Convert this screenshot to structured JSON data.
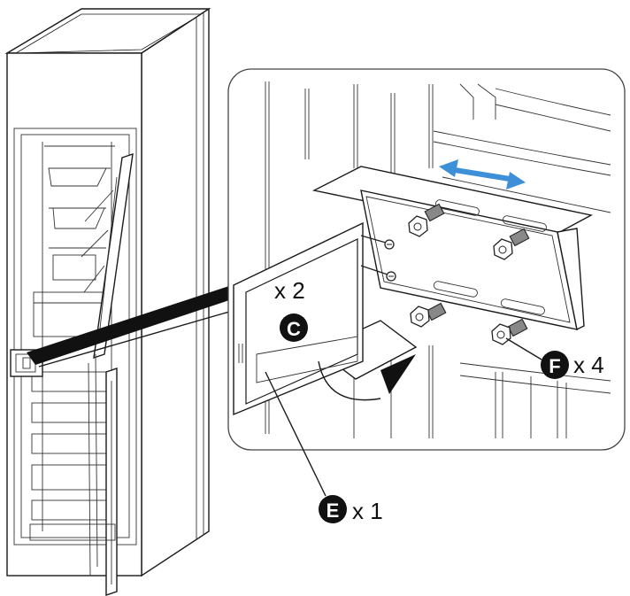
{
  "callouts": {
    "c": {
      "letter": "C",
      "qty": "x 2"
    },
    "e": {
      "letter": "E",
      "qty": "x 1"
    },
    "f": {
      "letter": "F",
      "qty": "x 4"
    }
  },
  "colors": {
    "arrow": "#3d8fd8",
    "line": "#1a1a1a",
    "badge": "#111111"
  },
  "icons": {
    "arrow": "double-headed-arrow-icon",
    "screw": "screw-icon"
  }
}
